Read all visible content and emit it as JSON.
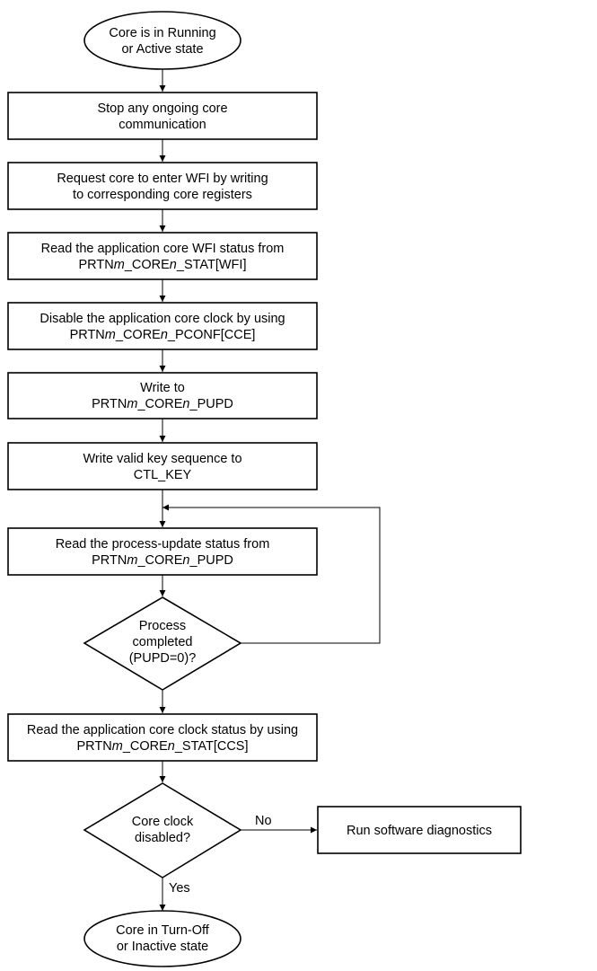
{
  "nodes": {
    "start": {
      "lines": [
        [
          {
            "t": "Core is in Running"
          }
        ],
        [
          {
            "t": "or Active state"
          }
        ]
      ]
    },
    "stop_comm": {
      "lines": [
        [
          {
            "t": "Stop any ongoing core"
          }
        ],
        [
          {
            "t": "communication"
          }
        ]
      ]
    },
    "request_wfi": {
      "lines": [
        [
          {
            "t": "Request core to enter WFI by writing"
          }
        ],
        [
          {
            "t": "to corresponding core registers"
          }
        ]
      ]
    },
    "read_wfi": {
      "lines": [
        [
          {
            "t": "Read the application core WFI status from"
          }
        ],
        [
          {
            "t": "PRTN"
          },
          {
            "t": "m",
            "i": true
          },
          {
            "t": "_CORE"
          },
          {
            "t": "n",
            "i": true
          },
          {
            "t": "_STAT[WFI]"
          }
        ]
      ]
    },
    "disable_clock": {
      "lines": [
        [
          {
            "t": "Disable the application core clock by using"
          }
        ],
        [
          {
            "t": "PRTN"
          },
          {
            "t": "m",
            "i": true
          },
          {
            "t": "_CORE"
          },
          {
            "t": "n",
            "i": true
          },
          {
            "t": "_PCONF[CCE]"
          }
        ]
      ]
    },
    "write_pupd": {
      "lines": [
        [
          {
            "t": "Write to"
          }
        ],
        [
          {
            "t": "PRTN"
          },
          {
            "t": "m",
            "i": true
          },
          {
            "t": "_CORE"
          },
          {
            "t": "n",
            "i": true
          },
          {
            "t": "_PUPD"
          }
        ]
      ]
    },
    "write_key": {
      "lines": [
        [
          {
            "t": "Write valid key sequence to"
          }
        ],
        [
          {
            "t": "CTL_KEY"
          }
        ]
      ]
    },
    "read_pupd": {
      "lines": [
        [
          {
            "t": "Read the process-update status from"
          }
        ],
        [
          {
            "t": "PRTN"
          },
          {
            "t": "m",
            "i": true
          },
          {
            "t": "_CORE"
          },
          {
            "t": "n",
            "i": true
          },
          {
            "t": "_PUPD"
          }
        ]
      ]
    },
    "process_completed": {
      "lines": [
        [
          {
            "t": "Process"
          }
        ],
        [
          {
            "t": "completed"
          }
        ],
        [
          {
            "t": "(PUPD=0)?"
          }
        ]
      ]
    },
    "read_ccs": {
      "lines": [
        [
          {
            "t": "Read the application core clock status by using"
          }
        ],
        [
          {
            "t": "PRTN"
          },
          {
            "t": "m",
            "i": true
          },
          {
            "t": "_CORE"
          },
          {
            "t": "n",
            "i": true
          },
          {
            "t": "_STAT[CCS]"
          }
        ]
      ]
    },
    "clock_disabled": {
      "lines": [
        [
          {
            "t": "Core clock"
          }
        ],
        [
          {
            "t": "disabled?"
          }
        ]
      ]
    },
    "diagnostics": {
      "lines": [
        [
          {
            "t": "Run software diagnostics"
          }
        ]
      ]
    },
    "end": {
      "lines": [
        [
          {
            "t": "Core in Turn-Off"
          }
        ],
        [
          {
            "t": "or Inactive state"
          }
        ]
      ]
    }
  },
  "edge_labels": {
    "no": "No",
    "yes": "Yes"
  }
}
